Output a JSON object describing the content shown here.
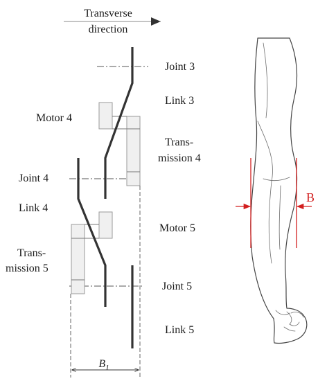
{
  "header": {
    "direction_line1": "Transverse",
    "direction_line2": "direction"
  },
  "labels": {
    "joint3": "Joint 3",
    "link3": "Link 3",
    "motor4": "Motor 4",
    "transmission4_line1": "Trans-",
    "transmission4_line2": "mission 4",
    "joint4": "Joint 4",
    "link4": "Link 4",
    "motor5": "Motor 5",
    "transmission5_line1": "Trans-",
    "transmission5_line2": "mission 5",
    "joint5": "Joint 5",
    "link5": "Link 5"
  },
  "dimensions": {
    "b1_main": "B",
    "b1_sub": "1",
    "b_arm": "B"
  },
  "colors": {
    "link": "#333333",
    "box_fill": "#f0f0f0",
    "box_stroke": "#9a9a9a",
    "accent_red": "#d21f1f"
  }
}
